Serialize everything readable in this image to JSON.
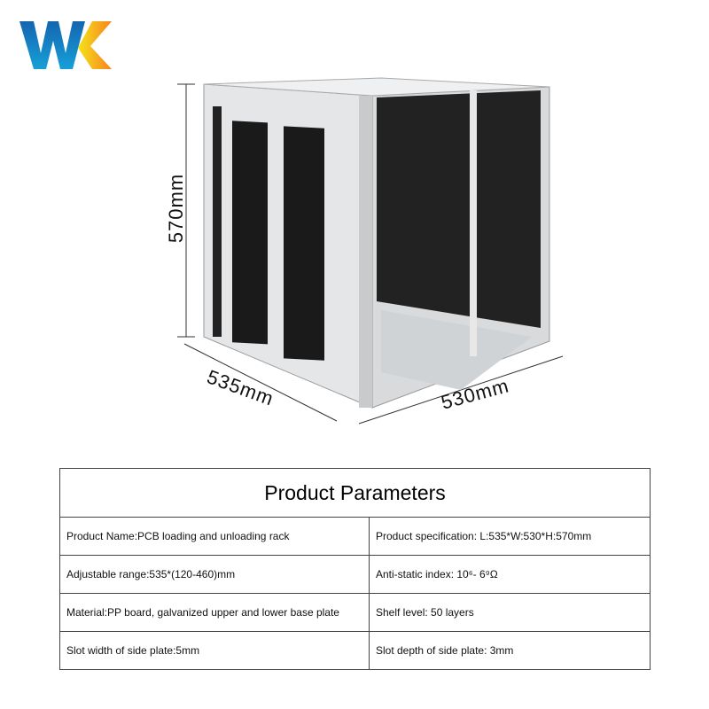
{
  "logo": {
    "text": "WK",
    "colors": {
      "blue": "#1680c8",
      "orange": "#f7941d",
      "yellow": "#f5d31a"
    }
  },
  "dimensions": {
    "height": "570mm",
    "length": "535mm",
    "width": "530mm"
  },
  "table": {
    "title": "Product Parameters",
    "rows": [
      [
        "Product Name:PCB loading and unloading rack",
        "Product specification: L:535*W:530*H:570mm"
      ],
      [
        "Adjustable range:535*(120-460)mm",
        "Anti-static index: 10⁶- 6⁹Ω"
      ],
      [
        "Material:PP board, galvanized upper and lower base plate",
        "Shelf level: 50 layers"
      ],
      [
        "Slot width of side plate:5mm",
        "Slot depth of side plate: 3mm"
      ]
    ]
  }
}
